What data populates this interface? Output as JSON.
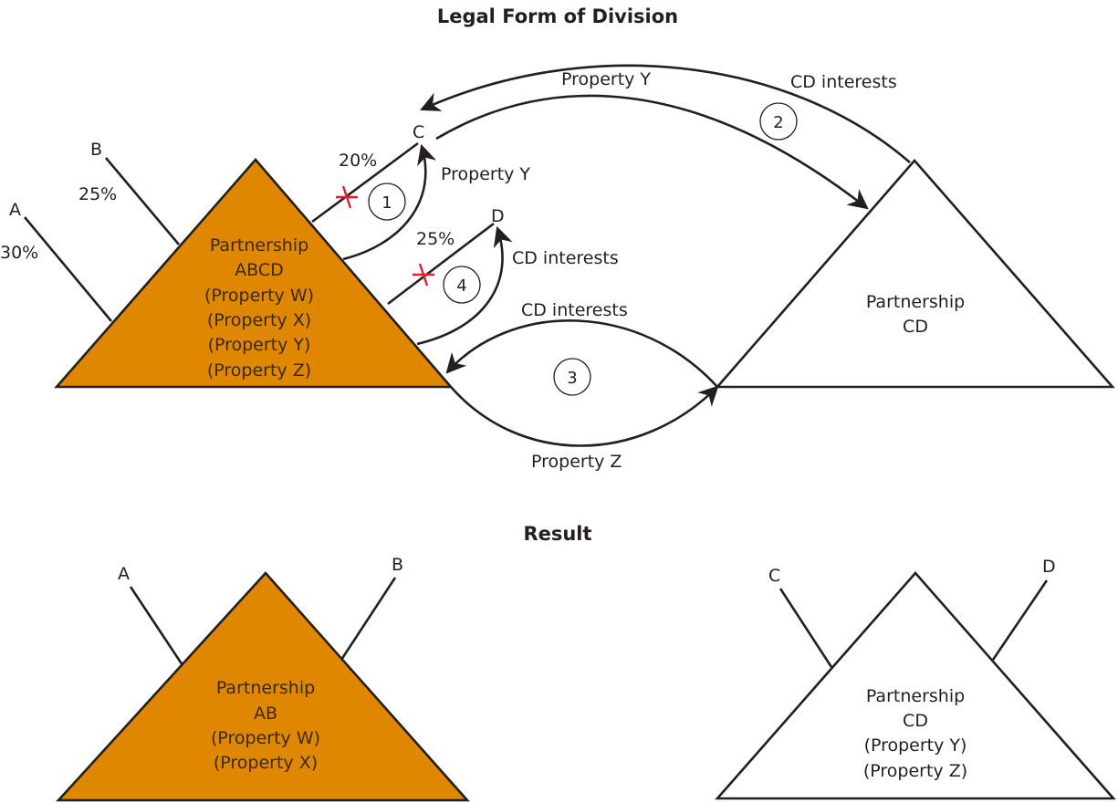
{
  "colors": {
    "partnership_abcd_fill": "#E08700",
    "partnership_ab_fill": "#E08700",
    "partnership_cd_fill": "#FFFFFF",
    "termination_mark": "#E0202E",
    "line": "#231F20"
  },
  "legal_form": {
    "title": "Legal Form of Division",
    "partnership_abcd": {
      "lines": [
        "Partnership",
        "ABCD",
        "(Property W)",
        "(Property X)",
        "(Property Y)",
        "(Property Z)"
      ]
    },
    "partnership_cd": {
      "lines": [
        "Partnership",
        "CD"
      ]
    },
    "partners": [
      {
        "name": "A",
        "interest": "30%"
      },
      {
        "name": "B",
        "interest": "25%"
      },
      {
        "name": "C",
        "interest": "20%",
        "terminated": true
      },
      {
        "name": "D",
        "interest": "25%",
        "terminated": true
      }
    ],
    "steps": [
      {
        "number": "1",
        "label": "Property Y",
        "from": "Partnership ABCD",
        "to": "C"
      },
      {
        "number": "2",
        "labels": [
          "Property Y",
          "CD interests"
        ],
        "from": "C",
        "to": "Partnership CD",
        "return": "CD interests to C"
      },
      {
        "number": "3",
        "labels": [
          "CD interests",
          "Property Z"
        ],
        "from": "Partnership ABCD",
        "to": "Partnership CD"
      },
      {
        "number": "4",
        "label": "CD interests",
        "from": "Partnership ABCD",
        "to": "D"
      }
    ]
  },
  "result": {
    "title": "Result",
    "partnership_ab": {
      "lines": [
        "Partnership",
        "AB",
        "(Property W)",
        "(Property X)"
      ],
      "partners": [
        "A",
        "B"
      ]
    },
    "partnership_cd": {
      "lines": [
        "Partnership",
        "CD",
        "(Property Y)",
        "(Property Z)"
      ],
      "partners": [
        "C",
        "D"
      ]
    }
  }
}
